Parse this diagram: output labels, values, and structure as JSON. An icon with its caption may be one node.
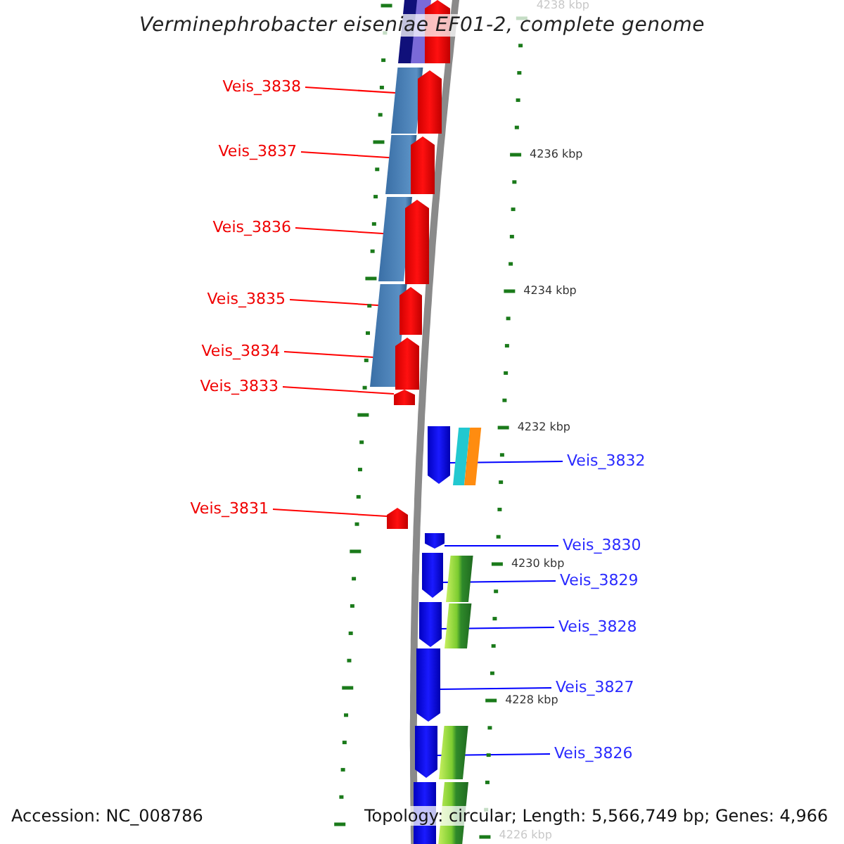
{
  "diagram": {
    "title": "Verminephrobacter eiseniae EF01-2, complete genome",
    "nodes": [
      {
        "text": [],
        "shape": "pentagon"
      },
      {
        "text": [
          "Veis_3838"
        ]
      },
      {
        "text": [],
        "shape": "pentagon"
      },
      {
        "text": [
          "Veis_3837"
        ]
      },
      {
        "text": [],
        "shape": "pentagon"
      },
      {
        "text": [
          "Veis_3836"
        ]
      },
      {
        "text": [],
        "shape": "pentagon"
      },
      {
        "text": [
          "Veis_3835"
        ]
      },
      {
        "text": [],
        "shape": "pentagon"
      },
      {
        "text": [
          "Veis_3834"
        ]
      },
      {
        "text": [],
        "shape": "pentagon"
      },
      {
        "text": [
          "Veis_3833"
        ]
      },
      {
        "text": [],
        "shape": "pentagon"
      },
      {
        "text": [
          "Veis_3832"
        ]
      },
      {
        "text": [],
        "shape": "pentagon"
      },
      {
        "text": [
          "Veis_3831"
        ]
      },
      {
        "text": [],
        "shape": "pentagon"
      },
      {
        "text": [
          "Veis_3830"
        ]
      },
      {
        "text": [],
        "shape": "pentagon"
      },
      {
        "text": [
          "Veis_3829"
        ]
      },
      {
        "text": [],
        "shape": "pentagon"
      },
      {
        "text": [
          "Veis_3828"
        ]
      },
      {
        "text": [],
        "shape": "pentagon"
      },
      {
        "text": [
          "Veis_3827"
        ]
      },
      {
        "text": [],
        "shape": "pentagon"
      },
      {
        "text": [
          "Veis_3826"
        ]
      },
      {
        "text": [],
        "shape": "pentagon"
      },
      {
        "text": [],
        "shape": "pentagon"
      }
    ],
    "edges": [
      {
        "from": 1,
        "to": 2,
        "arrow": "none"
      },
      {
        "from": 3,
        "to": 4,
        "arrow": "none"
      },
      {
        "from": 5,
        "to": 6,
        "arrow": "none"
      },
      {
        "from": 7,
        "to": 8,
        "arrow": "none"
      },
      {
        "from": 9,
        "to": 10,
        "arrow": "none"
      },
      {
        "from": 11,
        "to": 12,
        "arrow": "none"
      },
      {
        "from": 13,
        "to": 14,
        "arrow": "none",
        "color": "#0000ff"
      },
      {
        "from": 15,
        "to": 16,
        "arrow": "none"
      },
      {
        "from": 17,
        "to": 18,
        "arrow": "none",
        "color": "#0000ff"
      },
      {
        "from": 19,
        "to": 20,
        "arrow": "none",
        "color": "#0000ff"
      },
      {
        "from": 21,
        "to": 22,
        "arrow": "none",
        "color": "#0000ff"
      },
      {
        "from": 23,
        "to": 24,
        "arrow": "none",
        "color": "#0000ff"
      },
      {
        "from": 25,
        "to": 26,
        "arrow": "none",
        "color": "#0000ff"
      }
    ],
    "labels": [
      "4238 kbp",
      "4236 kbp",
      "4234 kbp",
      "4232 kbp",
      "4230 kbp",
      "4228 kbp",
      "4226 kbp",
      "Accession: NC_008786",
      "Topology: circular; Length: 5,566,749 bp; Genes: 4,966"
    ]
  }
}
